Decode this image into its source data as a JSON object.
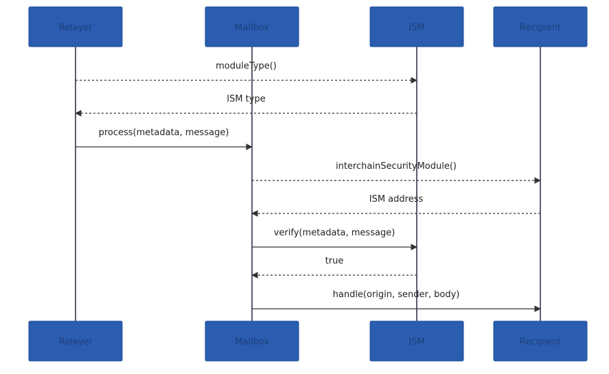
{
  "diagram": {
    "type": "sequence",
    "colors": {
      "actor_fill": "#2a5db0",
      "actor_text": "#1e3f7a",
      "lifeline": "#1e2a3a",
      "message": "#333333"
    },
    "participants": [
      {
        "id": "relayer",
        "label": "Relayer"
      },
      {
        "id": "mailbox",
        "label": "Mailbox"
      },
      {
        "id": "ism",
        "label": "ISM"
      },
      {
        "id": "recipient",
        "label": "Recipient"
      }
    ],
    "messages": [
      {
        "from": "relayer",
        "to": "ism",
        "label": "moduleType()",
        "style": "dashed"
      },
      {
        "from": "ism",
        "to": "relayer",
        "label": "ISM type",
        "style": "dashed"
      },
      {
        "from": "relayer",
        "to": "mailbox",
        "label": "process(metadata, message)",
        "style": "solid"
      },
      {
        "from": "mailbox",
        "to": "recipient",
        "label": "interchainSecurityModule()",
        "style": "dashed"
      },
      {
        "from": "recipient",
        "to": "mailbox",
        "label": "ISM address",
        "style": "dashed"
      },
      {
        "from": "mailbox",
        "to": "ism",
        "label": "verify(metadata, message)",
        "style": "solid"
      },
      {
        "from": "ism",
        "to": "mailbox",
        "label": "true",
        "style": "dashed"
      },
      {
        "from": "mailbox",
        "to": "recipient",
        "label": "handle(origin, sender, body)",
        "style": "solid"
      }
    ]
  }
}
